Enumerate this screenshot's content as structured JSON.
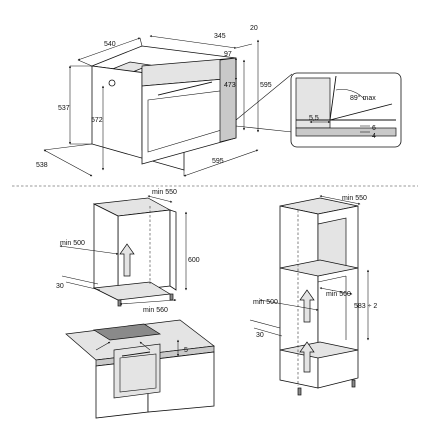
{
  "oven": {
    "dim_width_top": "540",
    "dim_depth_top": "345",
    "dim_door": "20",
    "dim_height_left": "537",
    "dim_height_front": "572",
    "dim_97": "97",
    "dim_473": "473",
    "dim_595_height": "595",
    "dim_depth_bottom": "538",
    "dim_595_width": "595"
  },
  "detail": {
    "angle": "89° max",
    "dim_55": "5,5",
    "dim_6": "6",
    "dim_4": "4"
  },
  "under_counter": {
    "min_550": "min 550",
    "min_500": "min 500",
    "dim_600": "600",
    "dim_30": "30",
    "min_560": "min 560"
  },
  "column": {
    "min_550": "min 550",
    "min_500": "min 500",
    "min_560": "min 560",
    "dim_583": "583 ÷ 2",
    "dim_30": "30"
  },
  "hob": {
    "dim_5": "5"
  },
  "colors": {
    "line": "#111111",
    "panel": "#c9c9c9",
    "light_panel": "#e4e4e4",
    "background": "#ffffff"
  }
}
